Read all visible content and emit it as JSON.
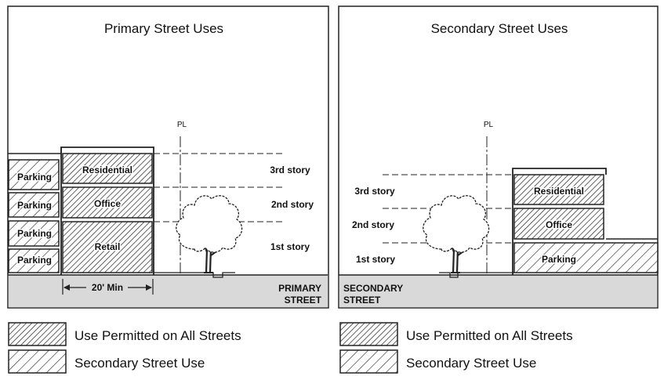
{
  "left_panel": {
    "title": "Primary Street Uses",
    "property_line_label": "PL",
    "parking_labels": [
      "Parking",
      "Parking",
      "Parking",
      "Parking"
    ],
    "uses": {
      "residential": "Residential",
      "office": "Office",
      "retail": "Retail"
    },
    "stories": {
      "third": "3rd story",
      "second": "2nd story",
      "first": "1st story"
    },
    "dimension_label": "20' Min",
    "street_label_line1": "PRIMARY",
    "street_label_line2": "STREET"
  },
  "right_panel": {
    "title": "Secondary Street Uses",
    "property_line_label": "PL",
    "uses": {
      "residential": "Residential",
      "office": "Office",
      "parking": "Parking"
    },
    "stories": {
      "third": "3rd story",
      "second": "2nd story",
      "first": "1st story"
    },
    "street_label_line1": "SECONDARY",
    "street_label_line2": "STREET"
  },
  "legend": {
    "left": {
      "permitted": "Use Permitted on All Streets",
      "secondary": "Secondary Street Use"
    },
    "right": {
      "permitted": "Use Permitted on All Streets",
      "secondary": "Secondary Street Use"
    }
  }
}
